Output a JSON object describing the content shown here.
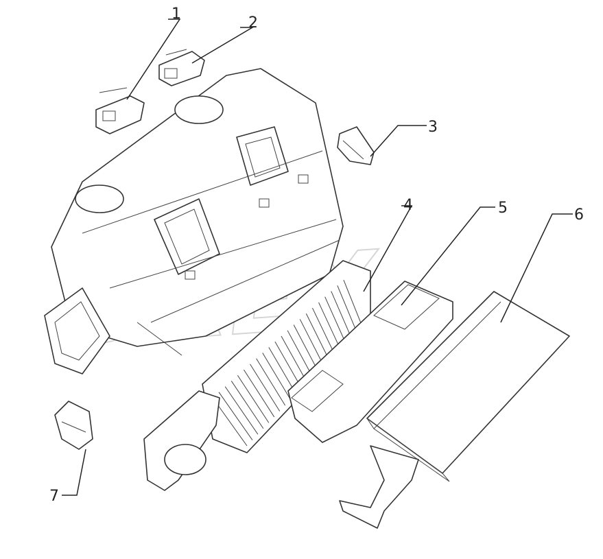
{
  "diagram": {
    "watermark": "DREX",
    "callouts": [
      {
        "label": "1"
      },
      {
        "label": "2"
      },
      {
        "label": "3"
      },
      {
        "label": "4"
      },
      {
        "label": "5"
      },
      {
        "label": "6"
      },
      {
        "label": "7"
      }
    ]
  }
}
